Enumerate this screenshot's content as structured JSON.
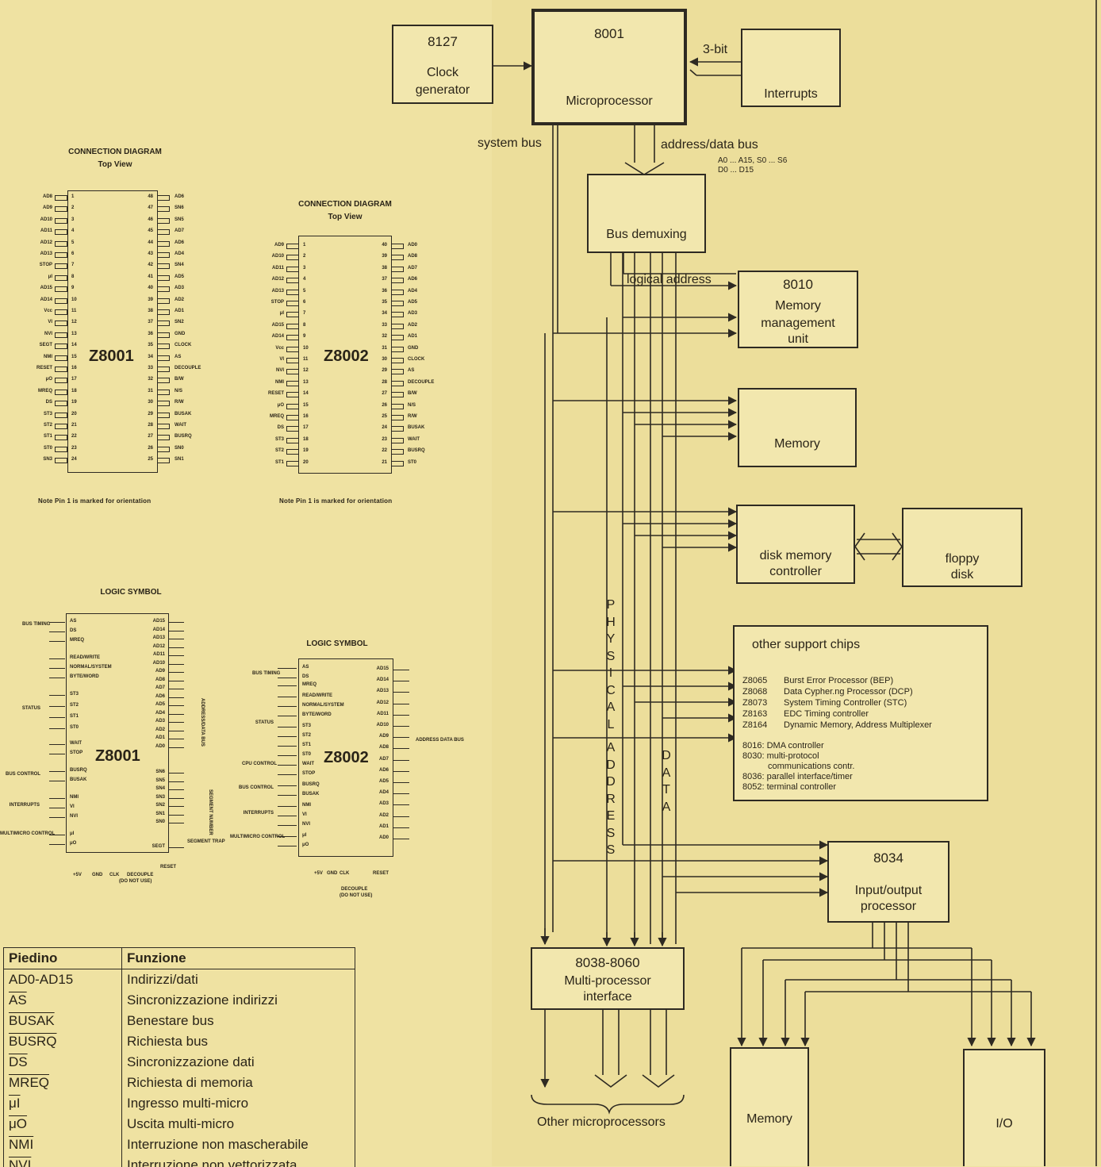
{
  "palette": {
    "paper": "#efe2a2",
    "ink": "#2e2a22"
  },
  "conn1": {
    "title": "CONNECTION DIAGRAM",
    "subtitle": "Top View",
    "chip": "Z8001",
    "note": "Note  Pin 1 is marked for orientation",
    "left_pins": [
      "AD8",
      "AD9",
      "AD10",
      "AD11",
      "AD12",
      "AD13",
      "STOP",
      "μI",
      "AD15",
      "AD14",
      "Vcc",
      "VI",
      "NVI",
      "SEGT",
      "NMI",
      "RESET",
      "μO",
      "MREQ",
      "DS",
      "ST3",
      "ST2",
      "ST1",
      "ST0",
      "SN3"
    ],
    "right_pins": [
      "AD6",
      "SN6",
      "SN5",
      "AD7",
      "AD6",
      "AD4",
      "SN4",
      "AD5",
      "AD3",
      "AD2",
      "AD1",
      "SN2",
      "GND",
      "CLOCK",
      "AS",
      "DECOUPLE",
      "B/W",
      "N/S",
      "R/W",
      "BUSAK",
      "WAIT",
      "BUSRQ",
      "SN0",
      "SN1"
    ]
  },
  "conn2": {
    "title": "CONNECTION DIAGRAM",
    "subtitle": "Top View",
    "chip": "Z8002",
    "note": "Note  Pin 1 is marked for orientation",
    "left_pins": [
      "AD9",
      "AD10",
      "AD11",
      "AD12",
      "AD13",
      "STOP",
      "μI",
      "AD15",
      "AD14",
      "Vcc",
      "VI",
      "NVI",
      "NMI",
      "RESET",
      "μO",
      "MREQ",
      "DS",
      "ST3",
      "ST2",
      "ST1"
    ],
    "right_pins": [
      "AD0",
      "AD8",
      "AD7",
      "AD6",
      "AD4",
      "AD5",
      "AD3",
      "AD2",
      "AD1",
      "GND",
      "CLOCK",
      "AS",
      "DECOUPLE",
      "B/W",
      "N/S",
      "R/W",
      "BUSAK",
      "WAIT",
      "BUSRQ",
      "ST0"
    ]
  },
  "logic1": {
    "title": "LOGIC SYMBOL",
    "chip": "Z8001",
    "left_pins": [
      "AS",
      "DS",
      "MREQ",
      "READ/WRITE",
      "NORMAL/SYSTEM",
      "BYTE/WORD",
      "ST3",
      "ST2",
      "ST1",
      "ST0",
      "WAIT",
      "STOP",
      "BUSRQ",
      "BUSAK",
      "NMI",
      "VI",
      "NVI",
      "μI",
      "μO"
    ],
    "right_pins": [
      "AD15",
      "AD14",
      "AD13",
      "AD12",
      "AD11",
      "AD10",
      "AD9",
      "AD8",
      "AD7",
      "AD6",
      "AD5",
      "AD4",
      "AD3",
      "AD2",
      "AD1",
      "AD0",
      "SN6",
      "SN5",
      "SN4",
      "SN3",
      "SN2",
      "SN1",
      "SN0",
      "SEGT"
    ],
    "groups_left": [
      "BUS TIMING",
      "STATUS",
      "BUS CONTROL",
      "INTERRUPTS",
      "MULTIMICRO CONTROL"
    ],
    "groups_right": [
      "ADDRESS/DATA BUS",
      "SEGMENT NUMBER",
      "SEGMENT TRAP"
    ],
    "bottom": [
      "+5V",
      "GND",
      "CLK",
      "DECOUPLE",
      "RESET"
    ],
    "decouple_note": "(DO NOT USE)"
  },
  "logic2": {
    "title": "LOGIC SYMBOL",
    "chip": "Z8002",
    "left_pins": [
      "AS",
      "DS",
      "MREQ",
      "READ/WRITE",
      "NORMAL/SYSTEM",
      "BYTE/WORD",
      "ST3",
      "ST2",
      "ST1",
      "ST0",
      "WAIT",
      "STOP",
      "BUSRQ",
      "BUSAK",
      "NMI",
      "VI",
      "NVI",
      "μI",
      "μO"
    ],
    "right_pins": [
      "AD15",
      "AD14",
      "AD13",
      "AD12",
      "AD11",
      "AD10",
      "AD9",
      "AD8",
      "AD7",
      "AD6",
      "AD5",
      "AD4",
      "AD3",
      "AD2",
      "AD1",
      "AD0"
    ],
    "groups_left": [
      "BUS TIMING",
      "STATUS",
      "CPU CONTROL",
      "BUS CONTROL",
      "INTERRUPTS",
      "MULTIMICRO CONTROL"
    ],
    "groups_right": [
      "ADDRESS DATA BUS"
    ],
    "bottom": [
      "+5V",
      "GND",
      "CLK",
      "RESET"
    ],
    "decouple": "DECOUPLE",
    "decouple_note": "(DO NOT USE)"
  },
  "pin_table": {
    "headers": [
      "Piedino",
      "Funzione"
    ],
    "rows": [
      {
        "pin": "AD0-AD15",
        "func": "Indirizzi/dati",
        "overline": false
      },
      {
        "pin": "AS",
        "func": "Sincronizzazione indirizzi",
        "overline": true
      },
      {
        "pin": "BUSAK",
        "func": "Benestare bus",
        "overline": true
      },
      {
        "pin": "BUSRQ",
        "func": "Richiesta bus",
        "overline": true
      },
      {
        "pin": "DS",
        "func": "Sincronizzazione dati",
        "overline": true
      },
      {
        "pin": "MREQ",
        "func": "Richiesta di memoria",
        "overline": true
      },
      {
        "pin": "μI",
        "func": "Ingresso multi-micro",
        "overline": true
      },
      {
        "pin": "μO",
        "func": "Uscita multi-micro",
        "overline": true
      },
      {
        "pin": "NMI",
        "func": "Interruzione non mascherabile",
        "overline": true
      },
      {
        "pin": "NVI",
        "func": "Interruzione non vettorizzata",
        "overline": true
      }
    ]
  },
  "block": {
    "clock": {
      "num": "8127",
      "name1": "Clock",
      "name2": "generator"
    },
    "cpu": {
      "num": "8001",
      "name": "Microprocessor"
    },
    "interrupts": {
      "name": "Interrupts",
      "bus": "3-bit"
    },
    "system_bus": "system bus",
    "addr_bus": "address/data bus",
    "addr_sig1": "A0 ... A15, S0 ... S6",
    "addr_sig2": "D0 ... D15",
    "demux": "Bus demuxing",
    "logical": "logical address",
    "mmu": {
      "num": "8010",
      "name1": "Memory",
      "name2": "management",
      "name3": "unit"
    },
    "memory": "Memory",
    "disk": {
      "name1": "disk memory",
      "name2": "controller"
    },
    "floppy": {
      "name1": "floppy",
      "name2": "disk"
    },
    "support_title": "other support chips",
    "support": [
      {
        "part": "Z8065",
        "desc": "Burst Error Processor (BEP)"
      },
      {
        "part": "Z8068",
        "desc": "Data Cypher.ng Processor (DCP)"
      },
      {
        "part": "Z8073",
        "desc": "System Timing Controller (STC)"
      },
      {
        "part": "Z8163",
        "desc": "EDC Timing controller"
      },
      {
        "part": "Z8164",
        "desc": "Dynamic Memory, Address Multiplexer"
      }
    ],
    "support2": [
      "8016: DMA controller",
      "8030: multi-protocol",
      "communications contr.",
      "8036: parallel interface/timer",
      "8052: terminal controller"
    ],
    "physical_letters": [
      "P",
      "H",
      "Y",
      "S",
      "I",
      "C",
      "A",
      "L"
    ],
    "address_letters": [
      "A",
      "D",
      "D",
      "R",
      "E",
      "S",
      "S"
    ],
    "data_letters": [
      "D",
      "A",
      "T",
      "A"
    ],
    "iop": {
      "num": "8034",
      "name1": "Input/output",
      "name2": "processor"
    },
    "mpi": {
      "num": "8038-8060",
      "name1": "Multi-processor",
      "name2": "interface"
    },
    "other_micro": "Other microprocessors",
    "memory2": "Memory",
    "io": "I/O"
  }
}
